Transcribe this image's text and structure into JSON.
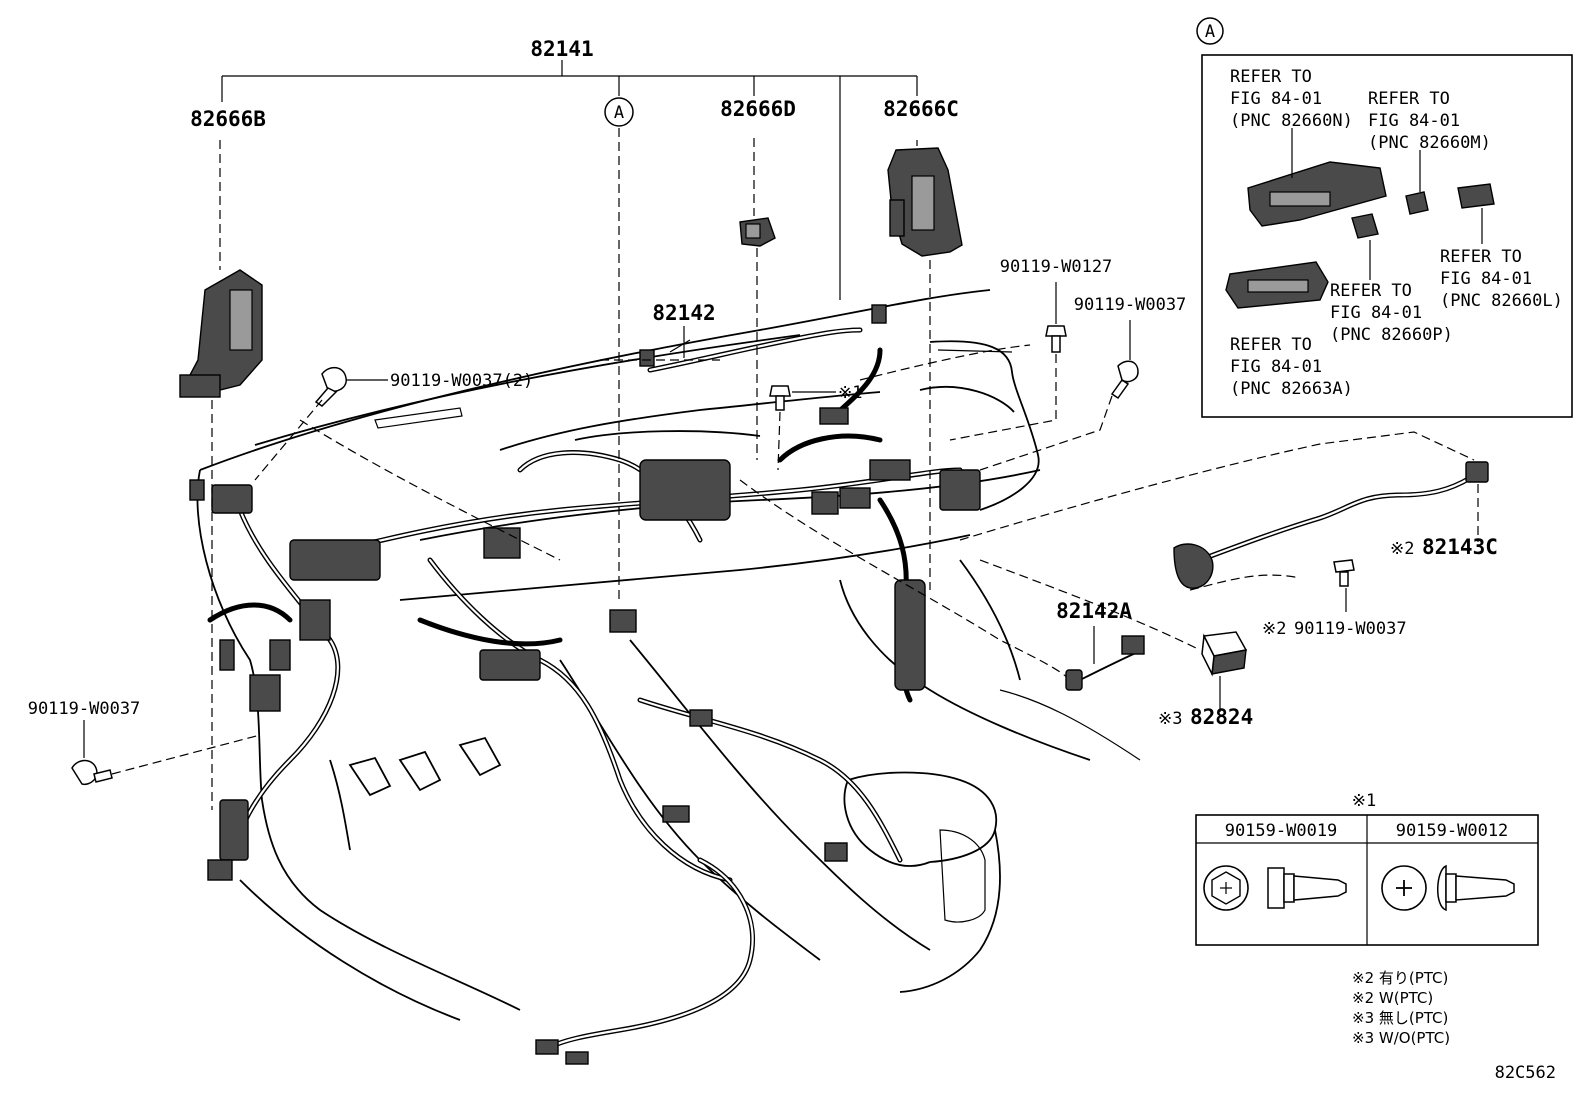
{
  "labels": {
    "harness_main": "82141",
    "sub_b": "82666B",
    "sub_d": "82666D",
    "sub_c": "82666C",
    "callout_a": "A",
    "harness_82142": "82142",
    "screw_0127": "90119-W0127",
    "screw_0037_right": "90119-W0037",
    "screw_0037_two": "90119-W0037(2)",
    "note_1_marker": "※1",
    "screw_0037_left": "90119-W0037",
    "harness_82143c": "82143C",
    "harness_82143c_mark": "※2",
    "screw_0037_lower_mark": "※2",
    "screw_0037_lower": "90119-W0037",
    "harness_82142a": "82142A",
    "part_82824": "82824",
    "part_82824_mark": "※3",
    "figure_code": "82C562"
  },
  "inset_a": {
    "marker": "A",
    "ref_n": [
      "REFER TO",
      "FIG 84-01",
      "(PNC 82660N)"
    ],
    "ref_m": [
      "REFER TO",
      "FIG 84-01",
      "(PNC 82660M)"
    ],
    "ref_l": [
      "REFER TO",
      "FIG 84-01",
      "(PNC 82660L)"
    ],
    "ref_p": [
      "REFER TO",
      "FIG 84-01",
      "(PNC 82660P)"
    ],
    "ref_a": [
      "REFER TO",
      "FIG 84-01",
      "(PNC 82663A)"
    ]
  },
  "bolt_table": {
    "marker": "※1",
    "col1": "90159-W0019",
    "col2": "90159-W0012"
  },
  "footnotes": [
    "※2 有り(PTC)",
    "※2 W(PTC)",
    "※3 無し(PTC)",
    "※3 W/O(PTC)"
  ]
}
